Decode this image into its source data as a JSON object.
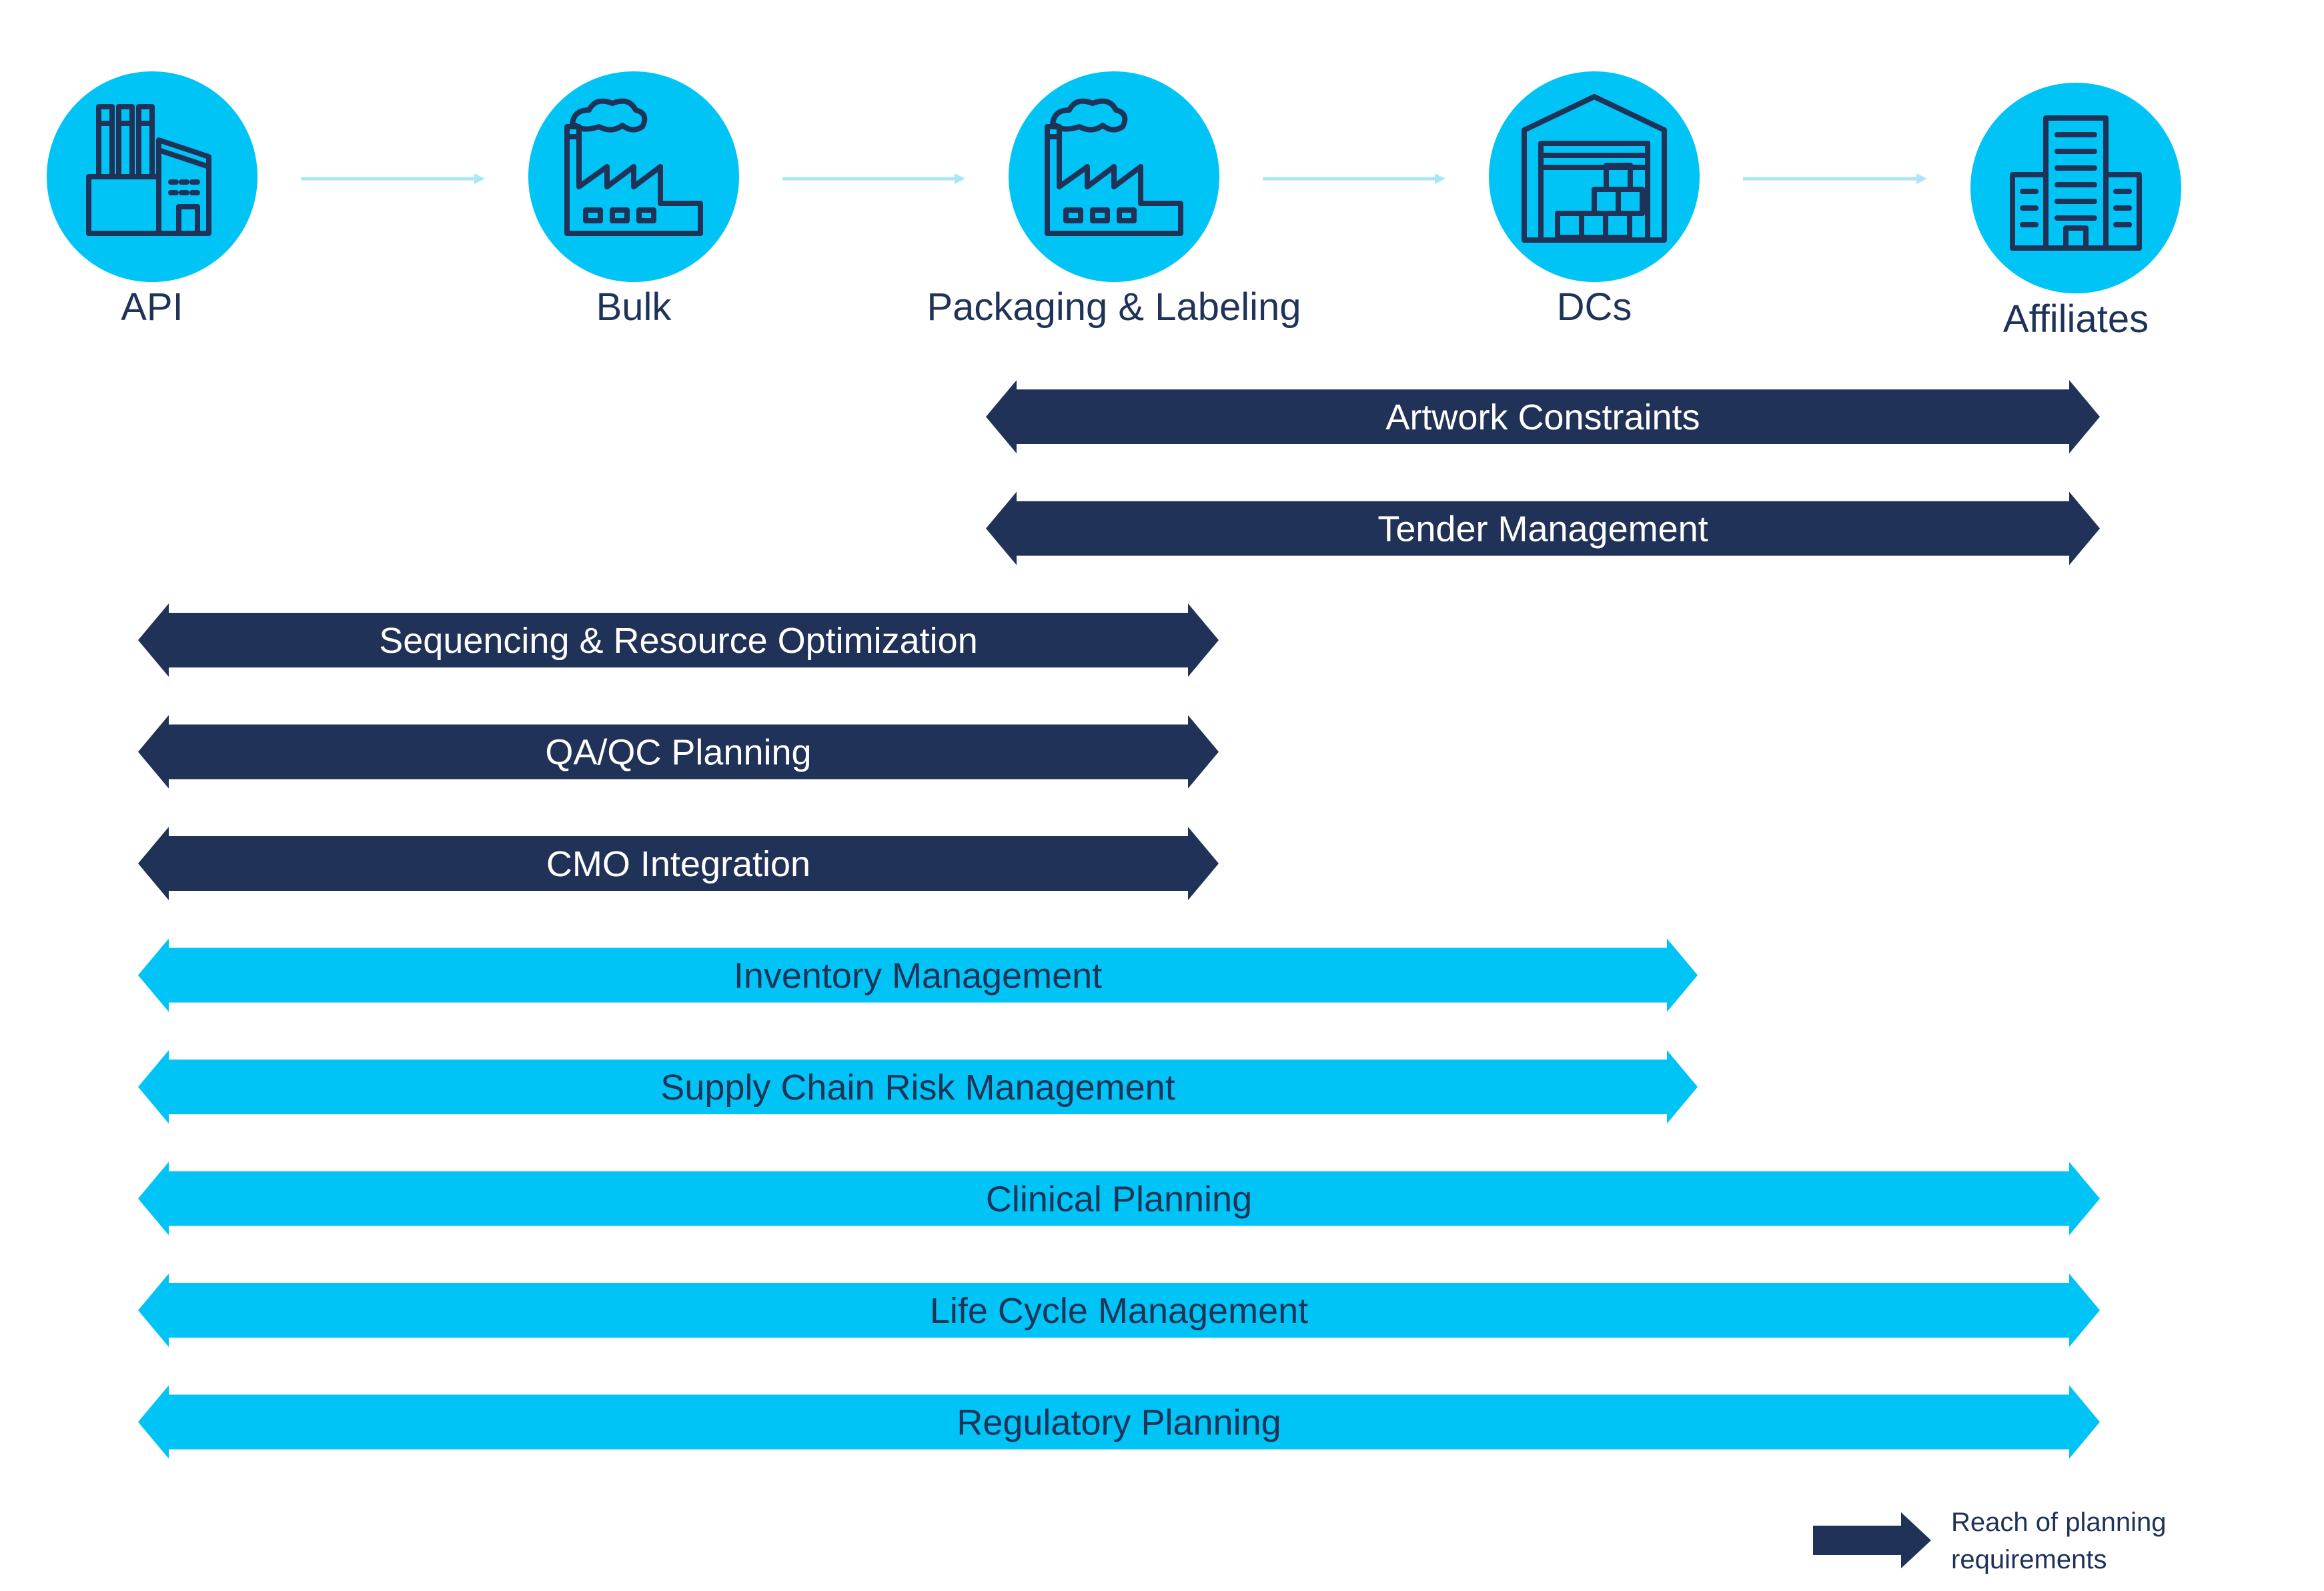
{
  "colors": {
    "dark": "#203257",
    "light": "#00c4f5",
    "light_text": "#1f3358",
    "dark_text": "#ffffff",
    "circle": "#00c4f5",
    "connector": "#a8e6f8"
  },
  "stages": [
    {
      "label": "API",
      "icon": "factory-chimneys-icon"
    },
    {
      "label": "Bulk",
      "icon": "factory-smoke-icon"
    },
    {
      "label": "Packaging & Labeling",
      "icon": "factory-smoke-icon"
    },
    {
      "label": "DCs",
      "icon": "warehouse-icon"
    },
    {
      "label": "Affiliates",
      "icon": "office-building-icon"
    }
  ],
  "requirements": [
    {
      "label": "Artwork Constraints",
      "style": "dark",
      "from": "Packaging & Labeling",
      "to": "Affiliates"
    },
    {
      "label": "Tender Management",
      "style": "dark",
      "from": "Packaging & Labeling",
      "to": "Affiliates"
    },
    {
      "label": "Sequencing & Resource Optimization",
      "style": "dark",
      "from": "API",
      "to": "Packaging & Labeling"
    },
    {
      "label": "QA/QC Planning",
      "style": "dark",
      "from": "API",
      "to": "Packaging & Labeling"
    },
    {
      "label": "CMO Integration",
      "style": "dark",
      "from": "API",
      "to": "Packaging & Labeling"
    },
    {
      "label": "Inventory Management",
      "style": "light",
      "from": "API",
      "to": "DCs"
    },
    {
      "label": "Supply Chain Risk Management",
      "style": "light",
      "from": "API",
      "to": "DCs"
    },
    {
      "label": "Clinical Planning",
      "style": "light",
      "from": "API",
      "to": "Affiliates"
    },
    {
      "label": "Life Cycle Management",
      "style": "light",
      "from": "API",
      "to": "Affiliates"
    },
    {
      "label": "Regulatory Planning",
      "style": "light",
      "from": "API",
      "to": "Affiliates"
    }
  ],
  "legend": {
    "line1": "Reach of planning",
    "line2": "requirements",
    "icon": "dark-arrow-icon"
  }
}
